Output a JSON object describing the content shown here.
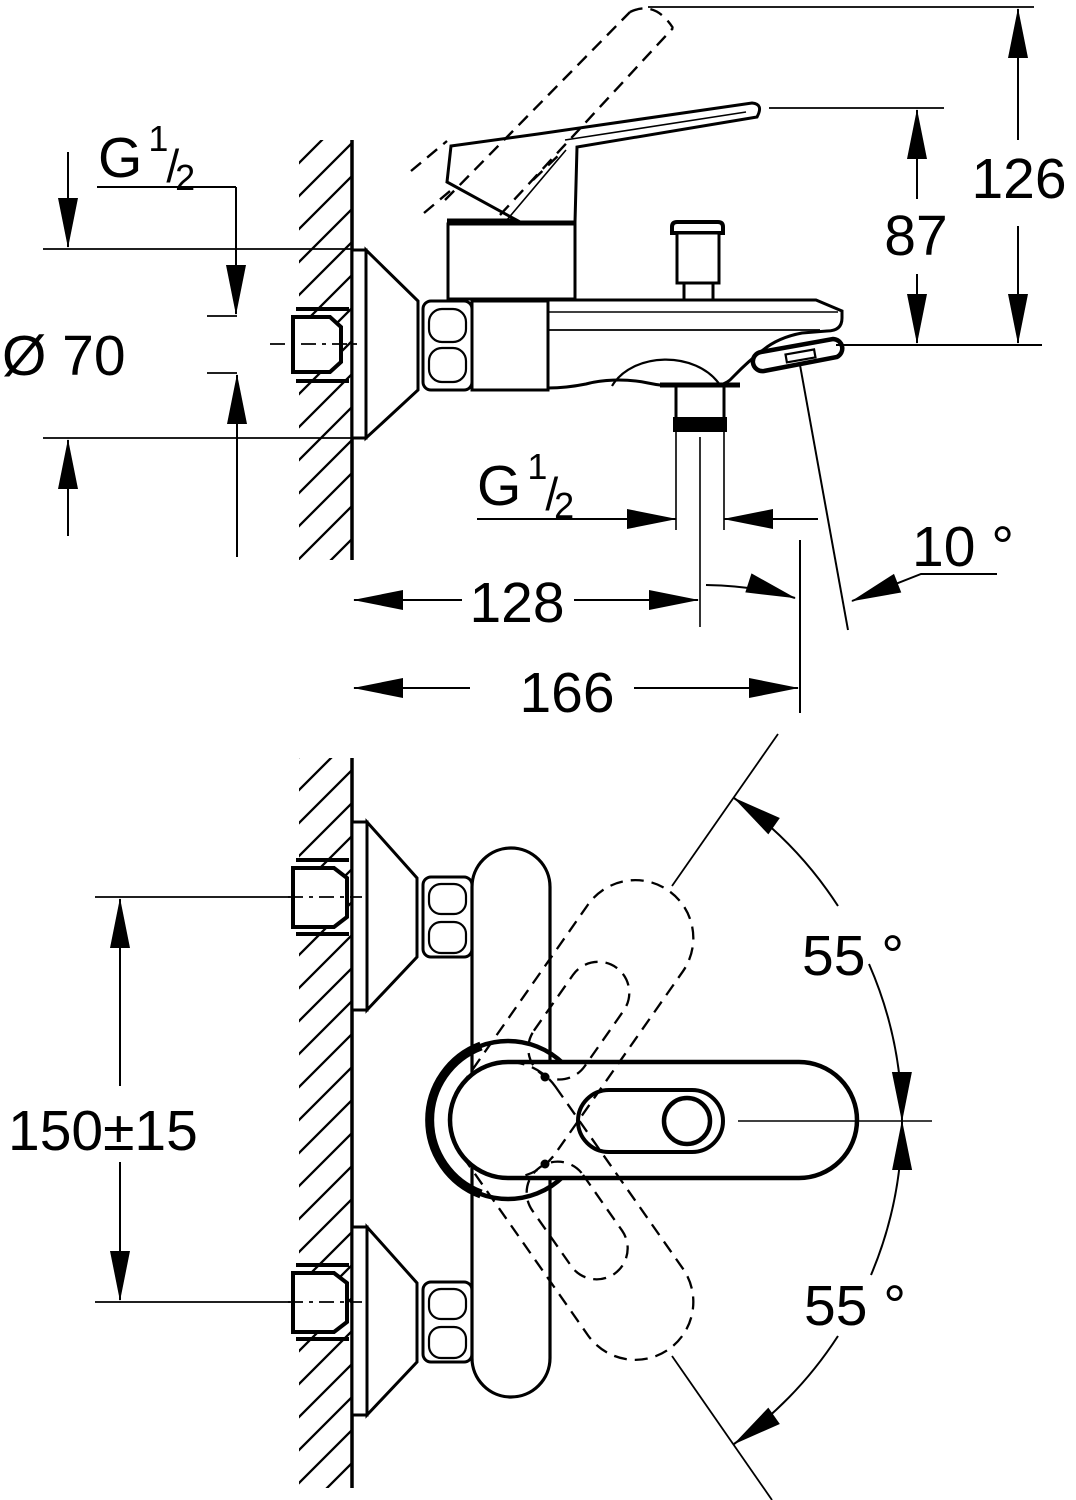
{
  "colors": {
    "line": "#000000",
    "background": "#ffffff"
  },
  "side_view": {
    "wall_thread_label": {
      "g": "G",
      "numerator": "1",
      "slash": "/",
      "denominator": "2"
    },
    "flange_diameter": "Ø 70",
    "height_to_open_lever": "126",
    "height_to_lever": "87",
    "shower_outlet_thread": {
      "g": "G",
      "numerator": "1",
      "slash": "/",
      "denominator": "2"
    },
    "distance_to_shower_outlet": "128",
    "distance_to_spout_tip": "166",
    "spout_angle": "10 °"
  },
  "plan_view": {
    "inlet_spacing": "150±15",
    "lever_swing_upper": "55 °",
    "lever_swing_lower": "55 °"
  }
}
